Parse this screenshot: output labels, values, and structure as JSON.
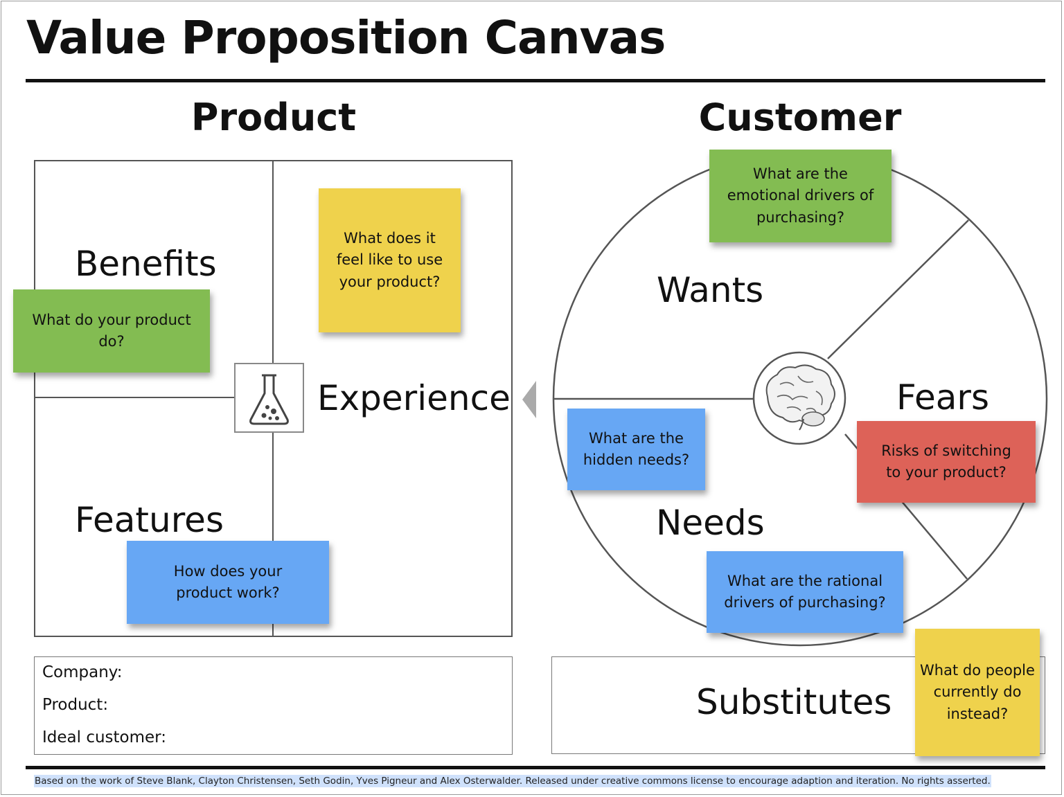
{
  "title": "Value Proposition Canvas",
  "product": {
    "heading": "Product",
    "benefits_label": "Benefits",
    "experience_label": "Experience",
    "features_label": "Features",
    "center_icon": "flask-icon",
    "notes": {
      "benefits": "What do your product do?",
      "experience": "What does it feel like to use your product?",
      "features": "How does your product work?"
    }
  },
  "customer": {
    "heading": "Customer",
    "wants_label": "Wants",
    "fears_label": "Fears",
    "needs_label": "Needs",
    "center_icon": "brain-icon",
    "notes": {
      "wants": "What are the emotional drivers of purchasing?",
      "hidden_needs": "What are the hidden needs?",
      "fears": "Risks of switching to your product?",
      "needs": "What are the rational drivers of purchasing?"
    }
  },
  "info_box": {
    "company_label": "Company:",
    "product_label": "Product:",
    "ideal_customer_label": "Ideal customer:"
  },
  "substitutes": {
    "label": "Substitutes",
    "note": "What do people currently do instead?"
  },
  "footer": "Based on the work of Steve Blank, Clayton Christensen, Seth Godin, Yves Pigneur and Alex Osterwalder. Released under creative commons license to encourage adaption and iteration. No rights asserted.",
  "colors": {
    "green": "#83bc52",
    "yellow": "#efd24c",
    "blue": "#67a7f4",
    "red": "#dd6258"
  }
}
